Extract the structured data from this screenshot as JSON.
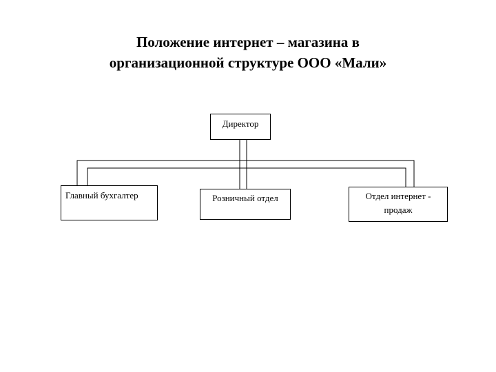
{
  "title": {
    "line1": "Положение интернет – магазина в",
    "line2": "организационной  структуре ООО «Мали»"
  },
  "nodes": {
    "director": "Директор",
    "accountant": "Главный бухгалтер",
    "retail": "Розничный отдел",
    "online_line1": "Отдел интернет -",
    "online_line2": "продаж"
  },
  "colors": {
    "line": "#000000",
    "background": "#ffffff"
  }
}
